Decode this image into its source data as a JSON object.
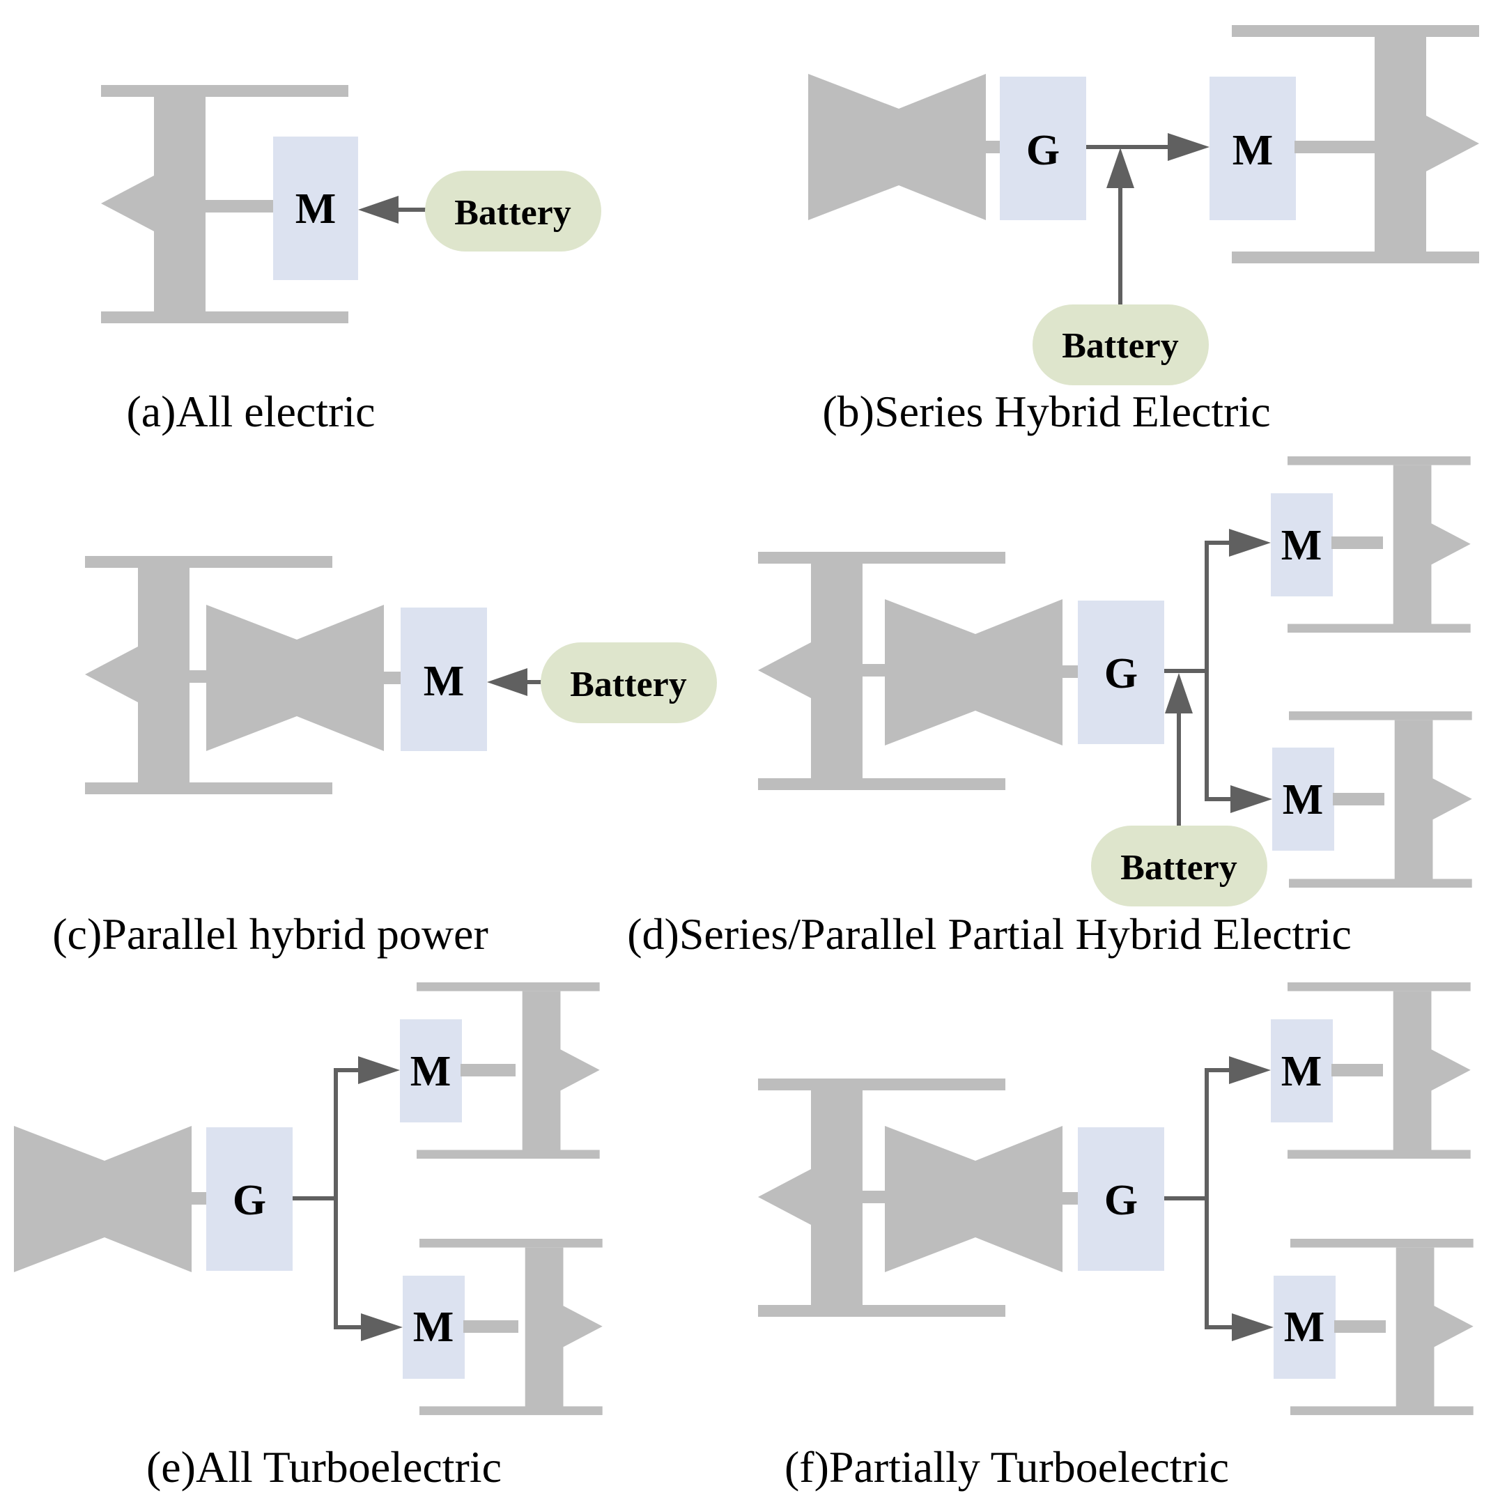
{
  "labels": {
    "motor": "M",
    "generator": "G",
    "battery": "Battery"
  },
  "captions": {
    "a": "(a)All electric",
    "b": "(b)Series Hybrid Electric",
    "c": "(c)Parallel hybrid power",
    "d": "(d)Series/Parallel Partial Hybrid Electric",
    "e": "(e)All Turboelectric",
    "f": "(f)Partially Turboelectric"
  },
  "colors": {
    "engine_gray": "#bdbdbd",
    "box_blue": "#dce2f0",
    "battery_green": "#dee5cc",
    "wire": "#606060"
  }
}
